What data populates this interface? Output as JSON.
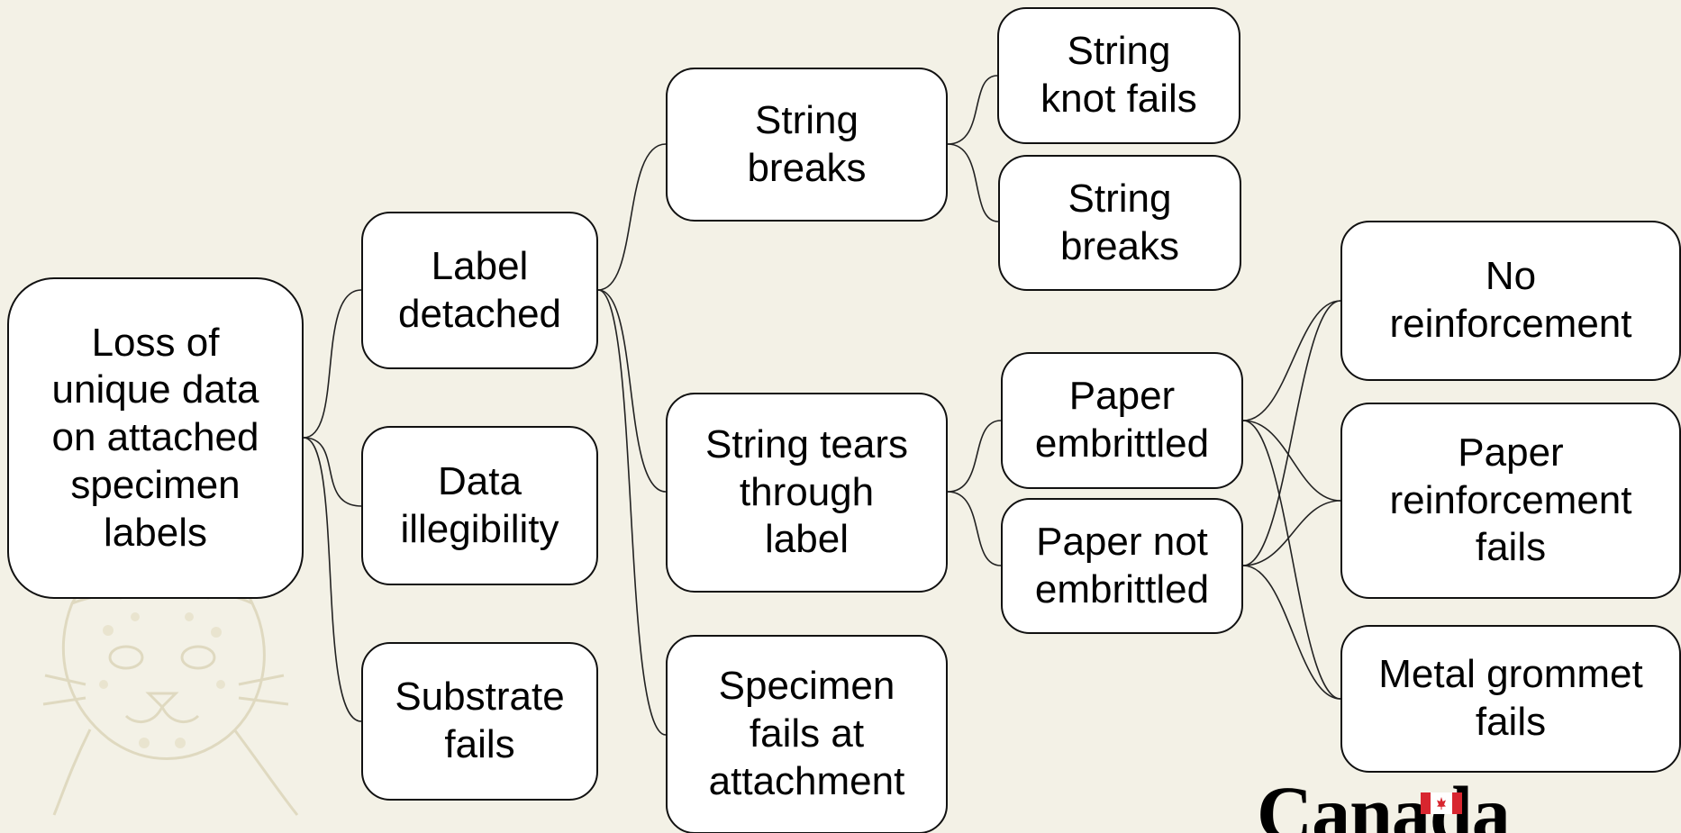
{
  "colors": {
    "background": "#f3f1e6",
    "node_fill": "#ffffff",
    "node_border": "#111111",
    "connector": "#222222",
    "flag_red": "#d8262f"
  },
  "diagram": {
    "root": "Loss of\nunique data\non attached\nspecimen\nlabels",
    "label_detached": "Label\ndetached",
    "data_illegibility": "Data\nillegibility",
    "substrate_fails": "Substrate\nfails",
    "string_breaks": "String\nbreaks",
    "string_tears": "String tears\nthrough\nlabel",
    "specimen_fails": "Specimen\nfails at\nattachment",
    "string_knot_fails": "String\nknot fails",
    "string_breaks_leaf": "String\nbreaks",
    "paper_embrittled": "Paper\nembrittled",
    "paper_not_embrittled": "Paper not\nembrittled",
    "no_reinforcement": "No\nreinforcement",
    "paper_reinforcement_fails": "Paper\nreinforcement\nfails",
    "metal_grommet_fails": "Metal grommet\nfails"
  },
  "logo": {
    "wordmark": "Canada",
    "flag_icon": "canada-flag-icon"
  },
  "decor": {
    "watermark_icon": "lynx-watermark-icon"
  }
}
